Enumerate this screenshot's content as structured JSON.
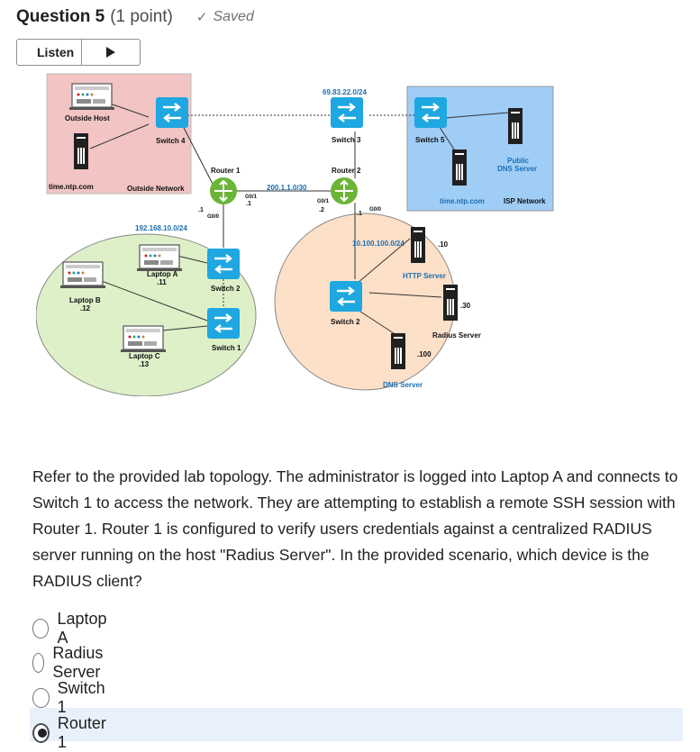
{
  "question": {
    "title": "Question 5",
    "points": "(1 point)",
    "status": "Saved"
  },
  "listen": {
    "label": "Listen"
  },
  "topology": {
    "outside_host": "Outside Host",
    "switch4": "Switch 4",
    "time_ntp_left": "time.ntp.com",
    "outside_network": "Outside Network",
    "net_69": "69.83.22.0/24",
    "switch3": "Switch 3",
    "switch5": "Switch 5",
    "public_dns": "Public",
    "public_dns2": "DNS Server",
    "router1": "Router 1",
    "router2": "Router 2",
    "net_200": "200.1.1.0/30",
    "r1_g01": "G0/1",
    "r1_g01_ip": ".1",
    "r1_g00": "G0/0",
    "r1_g00_ip": ".1",
    "r2_g01": "G0/1",
    "r2_g01_ip": ".2",
    "r2_g00": "G0/0",
    "r2_g00_ip": ".1",
    "time_ntp_right": "time.ntp.com",
    "isp_network": "ISP Network",
    "net_192": "192.168.10.0/24",
    "laptop_a": "Laptop A",
    "laptop_a_ip": ".11",
    "laptop_b": "Laptop B",
    "laptop_b_ip": ".12",
    "laptop_c": "Laptop C",
    "laptop_c_ip": ".13",
    "switch2_left": "Switch 2",
    "switch1": "Switch 1",
    "net_10": "10.100.100.0/24",
    "http_ip": ".10",
    "http_server": "HTTP Server",
    "switch2_right": "Switch 2",
    "radius_ip": ".30",
    "radius_server": "Radius  Server",
    "dns_ip": ".100",
    "dns_server": "DNS Server"
  },
  "question_text": "Refer to the provided lab topology.  The administrator is logged into Laptop A and connects to Switch 1 to access the network.  They are attempting to establish a remote SSH session with Router 1.  Router 1 is configured to verify users credentials against a centralized RADIUS server running on the host \"Radius Server\".  In the provided scenario, which device is the RADIUS client?",
  "options": [
    {
      "label": "Laptop A",
      "selected": false
    },
    {
      "label": "Radius Server",
      "selected": false
    },
    {
      "label": "Switch 1",
      "selected": false
    },
    {
      "label": "Router 1",
      "selected": true
    }
  ],
  "colors": {
    "accent_selected_bg": "#e8f1fb",
    "switch_blue": "#1ea7e1",
    "router_green": "#6ab536"
  }
}
